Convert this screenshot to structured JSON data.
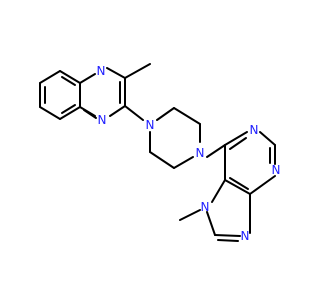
{
  "colors": {
    "background": "#ffffff",
    "bond": "#000000",
    "nitrogen": "#2020ff"
  },
  "atoms": {
    "quinoxaline_n_top": "N",
    "quinoxaline_n_bottom": "N",
    "piperazine_n_left": "N",
    "piperazine_n_right": "N",
    "purine_n_top": "N",
    "purine_n_middle": "N",
    "purine_n_bottom": "N",
    "purine_n_methyl": "N"
  }
}
